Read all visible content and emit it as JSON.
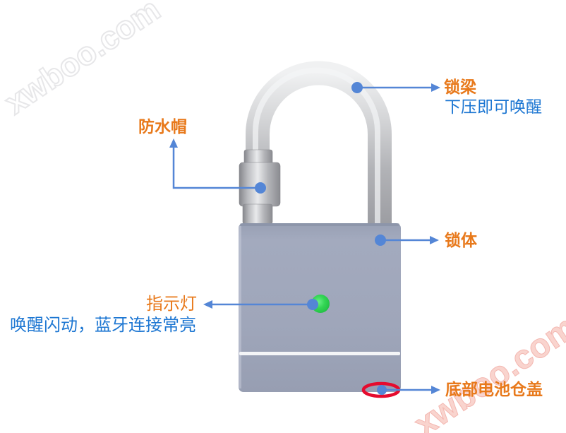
{
  "diagram": {
    "subject": "smart-padlock",
    "callouts": {
      "shackle": {
        "label": "锁梁",
        "description": "下压即可唤醒"
      },
      "waterproof_cap": {
        "label": "防水帽"
      },
      "lock_body": {
        "label": "锁体"
      },
      "indicator_light": {
        "label": "指示灯",
        "description": "唤醒闪动，蓝牙连接常亮"
      },
      "battery_cover": {
        "label": "底部电池仓盖"
      }
    }
  },
  "watermark": {
    "text": "xwboo.com"
  },
  "colors": {
    "label_orange": "#E8791B",
    "text_blue": "#1C76D2",
    "callout_blue": "#5486D6",
    "led_green": "#2ECC4E",
    "highlight_red": "#E50B2E",
    "body_gray_blue": "#9DA5BA"
  }
}
